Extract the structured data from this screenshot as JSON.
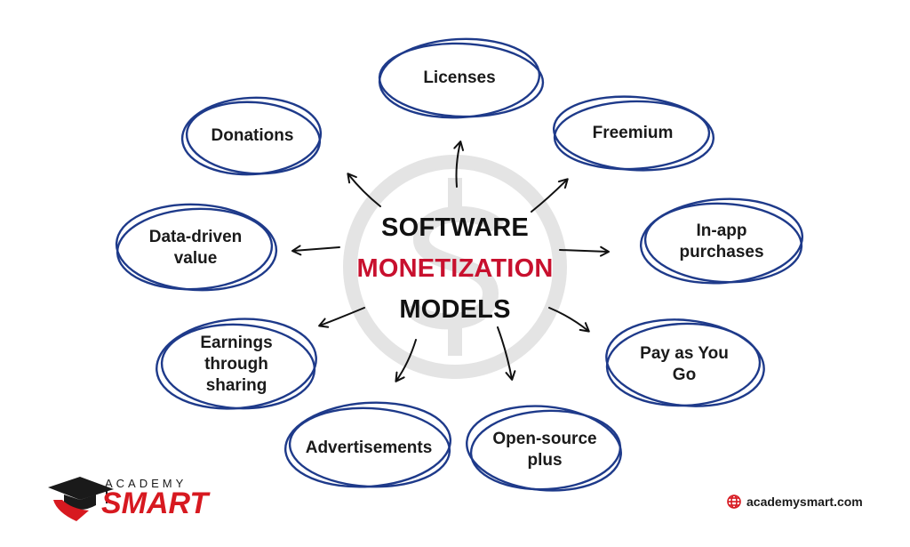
{
  "title": {
    "line1": "SOFTWARE",
    "line2": "MONETIZATION",
    "line3": "MODELS"
  },
  "models": {
    "licenses": "Licenses",
    "freemium": "Freemium",
    "in_app_1": "In-app",
    "in_app_2": "purchases",
    "payg_1": "Pay as You",
    "payg_2": "Go",
    "open_source_1": "Open-source",
    "open_source_2": "plus",
    "advertisements": "Advertisements",
    "earnings_1": "Earnings",
    "earnings_2": "through",
    "earnings_3": "sharing",
    "data_driven_1": "Data-driven",
    "data_driven_2": "value",
    "donations": "Donations"
  },
  "branding": {
    "logo_top": "ACADEMY",
    "logo_bottom": "SMART",
    "website": "academysmart.com",
    "website_icon": "globe-icon",
    "logo_icon": "graduation-cap-icon"
  },
  "colors": {
    "ellipse_stroke": "#1e3a8a",
    "accent": "#c8102e",
    "watermark": "#e6e6e6"
  }
}
